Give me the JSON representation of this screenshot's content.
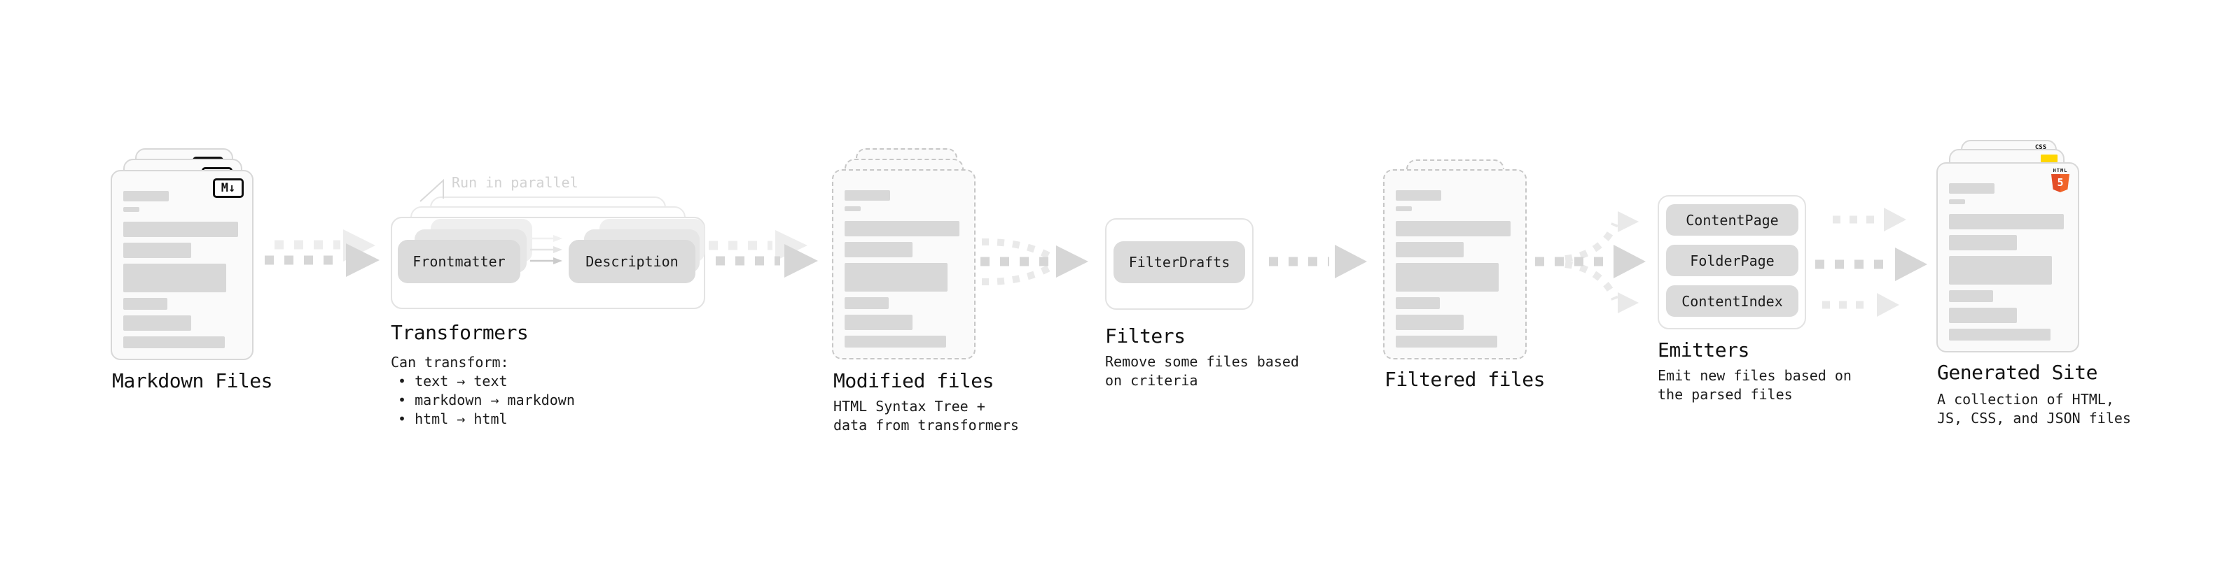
{
  "diagram": {
    "markdown": {
      "title": "Markdown Files",
      "badge": "M↓"
    },
    "transformers": {
      "annotation": "Run in parallel",
      "pill_left": "Frontmatter",
      "pill_right": "Description",
      "title": "Transformers",
      "desc_heading": "Can transform:",
      "bullets": [
        "• text → text",
        "• markdown → markdown",
        "• html → html"
      ]
    },
    "modified": {
      "title": "Modified files",
      "desc": [
        "HTML Syntax Tree +",
        "data from transformers"
      ]
    },
    "filters": {
      "title": "Filters",
      "pill": "FilterDrafts",
      "desc": [
        "Remove some files based",
        "on criteria"
      ]
    },
    "filtered": {
      "title": "Filtered files"
    },
    "emitters": {
      "title": "Emitters",
      "pills": [
        "ContentPage",
        "FolderPage",
        "ContentIndex"
      ],
      "desc": [
        "Emit new files based on",
        "the parsed files"
      ]
    },
    "generated": {
      "title": "Generated Site",
      "desc": [
        "A collection of HTML,",
        "JS, CSS, and JSON files"
      ],
      "css_badge": "CSS",
      "html_badge_label": "HTML",
      "html_badge_number": "5"
    }
  },
  "icons": {
    "markdown_badge": "markdown-icon",
    "css_badge": "css-icon",
    "js_badge": "js-icon",
    "html5_badge": "html5-icon",
    "flow_arrow": "dashed-right-arrow"
  },
  "colors": {
    "css_blue": "#2965f1",
    "js_yellow": "#ffd600",
    "html5_orange": "#e44d26",
    "html5_orange_light": "#f16529"
  }
}
